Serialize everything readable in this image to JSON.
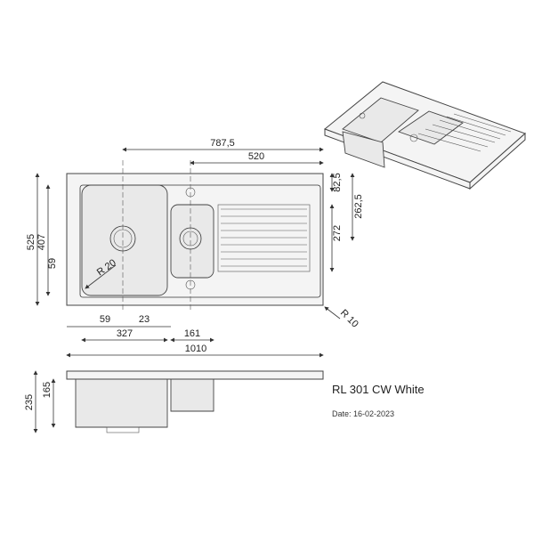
{
  "product": {
    "title": "RL 301 CW White",
    "date": "Date: 16-02-2023"
  },
  "dimensions": {
    "overall_length_to_bowls": "787,5",
    "drainer_length": "520",
    "total_width": "1010",
    "depth_total": "525",
    "depth_bowl": "407",
    "offset_59_vertical": "59",
    "offset_59_horizontal": "59",
    "gap_23": "23",
    "bowl_width_327": "327",
    "small_bowl_161": "161",
    "radius_20": "R 20",
    "radius_10": "R 10",
    "drainer_82_5": "82,5",
    "drainer_262_5": "262,5",
    "drainer_272": "272",
    "height_235": "235",
    "height_165": "165"
  }
}
